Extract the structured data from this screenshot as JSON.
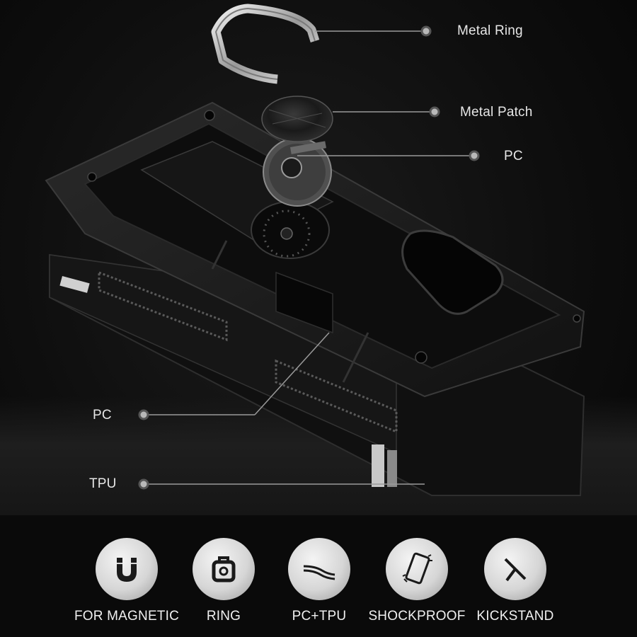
{
  "callouts": {
    "metal_ring": "Metal Ring",
    "metal_patch": "Metal Patch",
    "pc_top": "PC",
    "pc_side": "PC",
    "tpu": "TPU"
  },
  "features": [
    {
      "label": "FOR MAGNETIC",
      "icon": "magnet-icon"
    },
    {
      "label": "RING",
      "icon": "ring-icon"
    },
    {
      "label": "PC+TPU",
      "icon": "layers-icon"
    },
    {
      "label": "SHOCKPROOF",
      "icon": "phone-shockproof-icon"
    },
    {
      "label": "KICKSTAND",
      "icon": "kickstand-icon"
    }
  ]
}
